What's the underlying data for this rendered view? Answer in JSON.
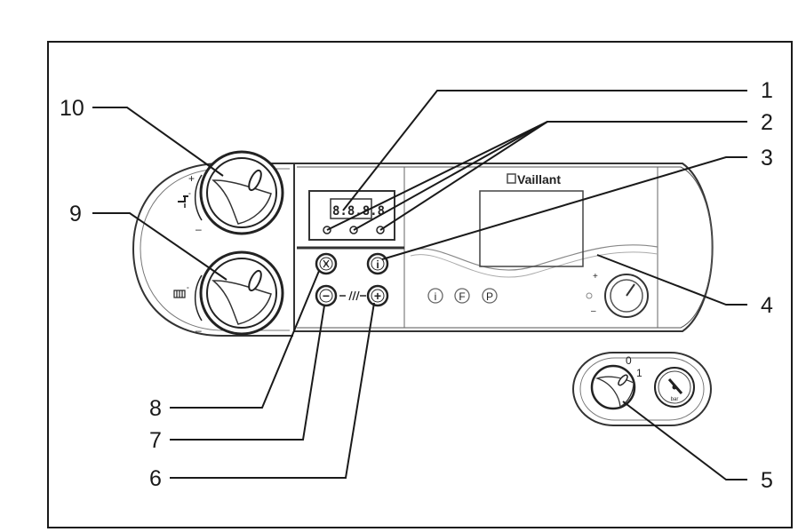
{
  "brand": {
    "name": "Vaillant",
    "color": "#4a4a4a"
  },
  "display": {
    "digits": "8.8.8.8"
  },
  "mode_icons": {
    "info": "i",
    "fault": "F",
    "pressure": "P"
  },
  "pressure_gauge": {
    "unit": "bar"
  },
  "main_switch": {
    "off_label": "0",
    "on_label": "1"
  },
  "knob_scale": {
    "plus": "+",
    "minus": "–"
  },
  "buttons": {
    "info": "i",
    "minus": "−",
    "plus": "+"
  },
  "callouts": [
    "1",
    "2",
    "3",
    "4",
    "5",
    "6",
    "7",
    "8",
    "9",
    "10"
  ],
  "icons": {
    "hot_water": "tap-icon",
    "heating": "radiator-icon",
    "chimney": "chimney-sweep-icon",
    "heat_flame": "heat-icon"
  },
  "colors": {
    "line": "#1a1a1a",
    "panel_stroke": "#333333",
    "background": "#ffffff"
  }
}
